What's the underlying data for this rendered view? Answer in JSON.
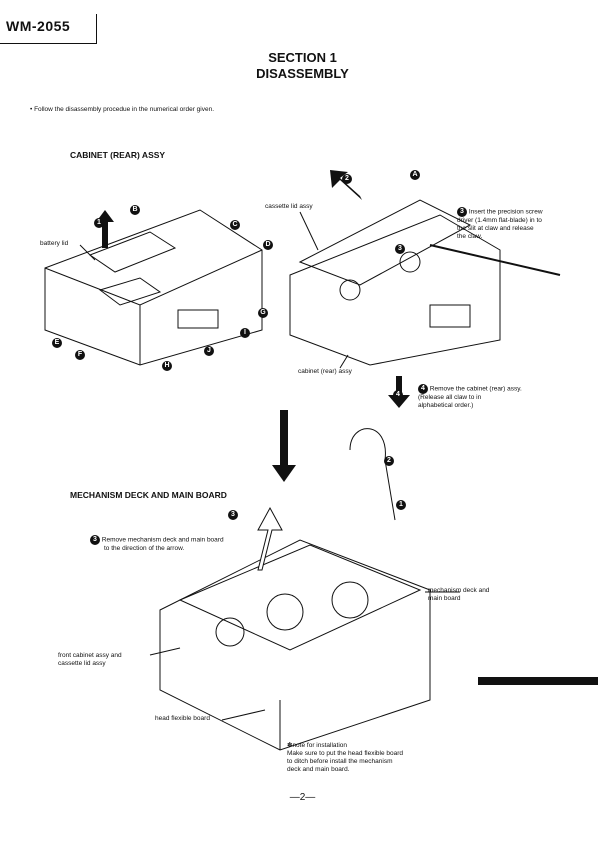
{
  "header": {
    "model": "WM-2055",
    "section": "SECTION 1",
    "title": "DISASSEMBLY"
  },
  "intro": "• Follow the disassembly procedue in the numerical order given.",
  "cabinet": {
    "heading": "CABINET (REAR) ASSY",
    "labels": {
      "battery_lid": "battery lid",
      "cassette_lid": "cassette lid assy",
      "cabinet_rear": "cabinet (rear) assy"
    },
    "step3_lines": [
      "Insert  the  precision  screw",
      "driver (1.4mm flat-blade) in to",
      "the slit at claw  and release",
      "the claw."
    ],
    "step4_lines": [
      "Remove the cabinet (rear) assy.",
      "(Release all claw  to  in",
      "alphabetical order.)"
    ],
    "markers": [
      "1",
      "2",
      "3",
      "4",
      "A",
      "B",
      "C",
      "D",
      "E",
      "F",
      "G",
      "H",
      "I",
      "J"
    ]
  },
  "mechanism": {
    "heading": "MECHANISM DECK AND MAIN BOARD",
    "step3_lines": [
      "Remove mechanism deck and main board",
      "to the direction of the arrow."
    ],
    "labels": {
      "deck": [
        "mechanism deck and",
        "main board"
      ],
      "front_cabinet": [
        "front cabinet assy and",
        "cassette lid assy"
      ],
      "head_flex": "head flexible board"
    },
    "note_lines": [
      "✽note for installation",
      "Make sure to put the head flexible board",
      "to ditch before install the mechanism",
      "deck and main board."
    ]
  },
  "footer": {
    "page": "—2—"
  }
}
